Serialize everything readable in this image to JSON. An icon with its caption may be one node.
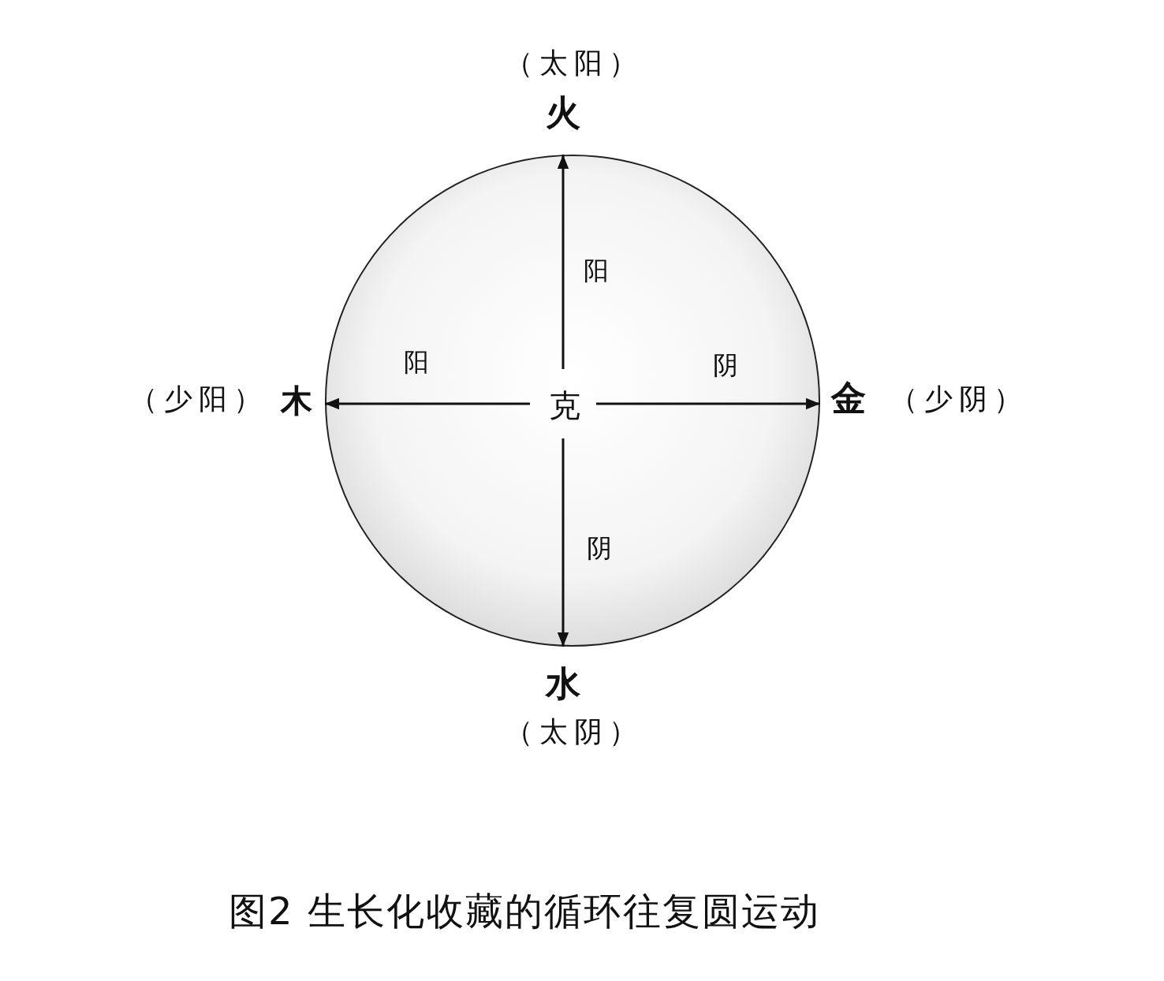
{
  "diagram": {
    "caption": "图2 生长化收藏的循环往复圆运动",
    "nodes": [
      {
        "text": [],
        "shape": "circle"
      },
      {
        "text": [
          "克"
        ],
        "in": 0
      },
      {
        "text": [
          "火"
        ],
        "beside": [
          "（太阳）"
        ]
      },
      {
        "text": [
          "木"
        ],
        "beside": [
          "（少阳）"
        ]
      },
      {
        "text": [
          "金"
        ],
        "beside": [
          "（少阴）"
        ]
      },
      {
        "text": [
          "水"
        ],
        "beside": [
          "（太阴）"
        ]
      }
    ],
    "edges": [
      {
        "from": 1,
        "to": 2,
        "arrow": "to",
        "label": "阳"
      },
      {
        "from": 1,
        "to": 3,
        "arrow": "to",
        "label": "阳"
      },
      {
        "from": 1,
        "to": 4,
        "arrow": "to",
        "label": "阴"
      },
      {
        "from": 1,
        "to": 5,
        "arrow": "to",
        "label": "阴"
      }
    ]
  }
}
